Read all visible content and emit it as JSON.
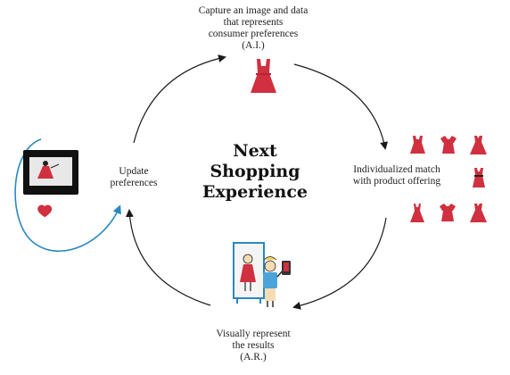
{
  "center_title": [
    "Next",
    "Shopping",
    "Experience"
  ],
  "steps": {
    "capture": {
      "lines": [
        "Capture an image and data",
        "that represents",
        "consumer preferences",
        "(A.I.)"
      ]
    },
    "match": {
      "lines": [
        "Individualized match",
        "with product offering"
      ]
    },
    "visualize": {
      "lines": [
        "Visually represent",
        "the results",
        "(A.R.)"
      ]
    },
    "update": {
      "lines": [
        "Update",
        "preferences"
      ]
    }
  },
  "colors": {
    "accent": "#d0303f",
    "arc": "#1a1a1a",
    "feedback": "#2a88c0",
    "person_top": "#4aa3d9",
    "skin": "#f6dcb4"
  },
  "icons": [
    "dress-icon",
    "dress-grid-icon",
    "mirror-tryon-icon",
    "photo-frame-icon",
    "heart-icon"
  ]
}
